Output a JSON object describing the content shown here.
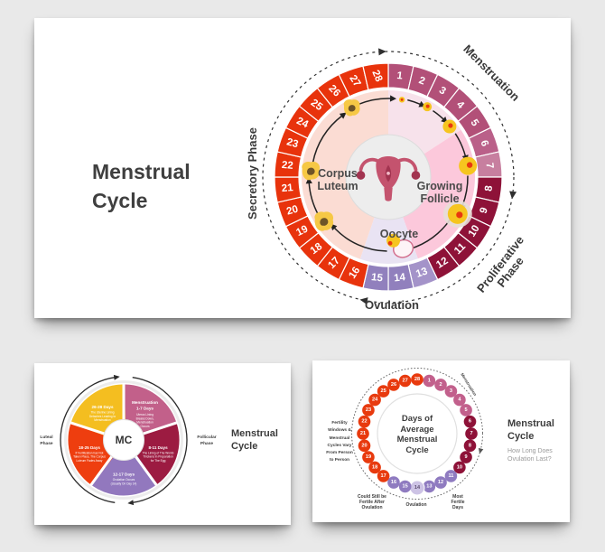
{
  "page": {
    "background": "#e9e9e9"
  },
  "slide1": {
    "title": "Menstrual\nCycle",
    "days_total": 28,
    "day_groups": [
      {
        "from": 1,
        "to": 7,
        "color": "#b25078",
        "phase": "Menstruation"
      },
      {
        "from": 8,
        "to": 12,
        "color": "#8e1238",
        "phase": "Proliferative Phase"
      },
      {
        "from": 13,
        "to": 15,
        "color": "#9180bd",
        "phase": "Ovulation"
      },
      {
        "from": 16,
        "to": 28,
        "color": "#e8330c",
        "phase": "Secretory Phase"
      }
    ],
    "day_color_overrides": {
      "6": "#ba6089",
      "7": "#c77f9f",
      "13": "#a493c9"
    },
    "inner_wedges": [
      {
        "start": 0,
        "end": 57,
        "color": "#f7e2eb"
      },
      {
        "start": 57,
        "end": 160,
        "color": "#fcc8db"
      },
      {
        "start": 160,
        "end": 199,
        "color": "#e9e3f3"
      },
      {
        "start": 199,
        "end": 360,
        "color": "#fbdcd3"
      }
    ],
    "inner_labels": {
      "corpus_luteum": "Corpus\nLuteum",
      "growing_follicle": "Growing\nFollicle",
      "oocyte": "Oocyte"
    },
    "phase_labels": {
      "menstruation": "Menstruation",
      "proliferative": "Proliferative\nPhase",
      "ovulation": "Ovulation",
      "secretory": "Secretory Phase"
    },
    "icon_colors": {
      "follicle": "#f6c51f",
      "nucleus": "#e8380e",
      "blob": "#f6c845",
      "blob_center": "#6e5428",
      "halo": "#e7ded6",
      "egg_outline": "#d4718f",
      "uterus": "#c4536e",
      "uterus_dark": "#a23450"
    }
  },
  "slide2": {
    "center_label": "MC",
    "segments": [
      {
        "title": "Menstruation",
        "days": "1-7 Days",
        "desc": [
          "Uterus Lining",
          "Breaks Down,",
          "Menstruation",
          "Occurs"
        ],
        "color": "#c2608a"
      },
      {
        "days": "8-11 Days",
        "desc": [
          "The Lining of The Womb",
          "Thickens in Preparation",
          "for The Egg"
        ],
        "color": "#9c1b41"
      },
      {
        "days": "12-17 Days",
        "desc": [
          "Ovulation Occurs",
          "(Usually On Day 14)"
        ],
        "color": "#9278be"
      },
      {
        "days": "18-25 Days",
        "desc": [
          "If Fertilization has Not",
          "Taken Place, The Corpus",
          "Luteum Fades Away"
        ],
        "color": "#ee3e0f"
      },
      {
        "days": "26-28 Days",
        "desc": [
          "The Uterine Lining",
          "Detaches Leading to",
          "Menstruation"
        ],
        "color": "#f4be20"
      }
    ],
    "left_label": "Luteal\nPhase",
    "right_label": "Follicular\nPhase",
    "title": "Menstrual\nCycle"
  },
  "slide3": {
    "center_text": "Days of\nAverage\nMenstrual\nCycle",
    "days_total": 28,
    "dot_groups": [
      {
        "from": 1,
        "to": 5,
        "color": "#c2608c"
      },
      {
        "from": 6,
        "to": 10,
        "color": "#8e1238"
      },
      {
        "from": 11,
        "to": 13,
        "color": "#8f7bc0"
      },
      {
        "from": 14,
        "to": 14,
        "color": "#cdc3e5",
        "text_color": "#5c4d70"
      },
      {
        "from": 15,
        "to": 16,
        "color": "#8f7bc0"
      },
      {
        "from": 17,
        "to": 28,
        "color": "#e83a0e"
      }
    ],
    "labels": {
      "left": "Fertility\nWindows &\nMenstrual\nCycles Vary\nFrom Person\nto Person",
      "bottom_left": "Could Still be\nFertile After\nOvulation",
      "bottom_center": "Ovulation",
      "bottom_right": "Most\nFertile\nDays",
      "top_right": "Menstruation"
    },
    "title": "Menstrual\nCycle",
    "subtitle": "How Long Does\nOvulation Last?"
  }
}
